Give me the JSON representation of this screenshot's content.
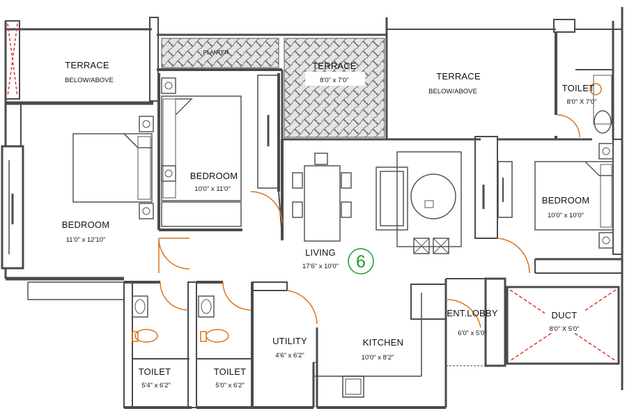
{
  "plan": {
    "unit_number": "6",
    "accent_colors": {
      "door_swing": "#d9731a",
      "unit_badge": "#1d9a2a",
      "duct_cross": "#e0342b",
      "wall": "#4a4a4a"
    },
    "rooms": {
      "terrace_left": {
        "name": "TERRACE",
        "dims": "BELOW/ABOVE"
      },
      "planter": {
        "name": "PLANTER"
      },
      "terrace_mid": {
        "name": "TERRACE",
        "dims": "8'0\" x 7'0\""
      },
      "terrace_right": {
        "name": "TERRACE",
        "dims": "BELOW/ABOVE"
      },
      "toilet_top": {
        "name": "TOILET",
        "dims": "8'0\" X 7'0\""
      },
      "bedroom_mid": {
        "name": "BEDROOM",
        "dims": "10'0\" x 11'0\""
      },
      "bedroom_left": {
        "name": "BEDROOM",
        "dims": "11'0\" x 12'10\""
      },
      "living": {
        "name": "LIVING",
        "dims": "17'6\" x 10'0\""
      },
      "bedroom_right": {
        "name": "BEDROOM",
        "dims": "10'0\" x 10'0\""
      },
      "ent_lobby": {
        "name": "ENT.LOBBY",
        "dims": "6'0\" x 5'0\""
      },
      "duct": {
        "name": "DUCT",
        "dims": "8'0\" X 5'0\""
      },
      "utility": {
        "name": "UTILITY",
        "dims": "4'6\" x 6'2\""
      },
      "kitchen": {
        "name": "KITCHEN",
        "dims": "10'0\" x 8'2\""
      },
      "toilet_a": {
        "name": "TOILET",
        "dims": "5'4\" x 6'2\""
      },
      "toilet_b": {
        "name": "TOILET",
        "dims": "5'0\" x 6'2\""
      }
    }
  }
}
